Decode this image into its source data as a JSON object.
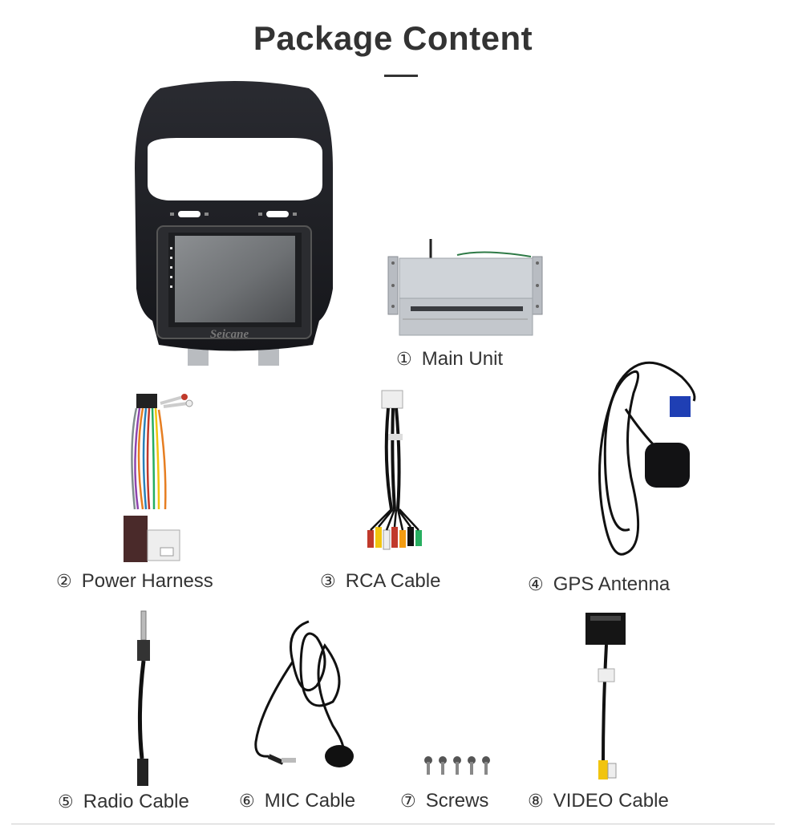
{
  "header": {
    "title": "Package Content"
  },
  "items": [
    {
      "num": "①",
      "label": "Main Unit"
    },
    {
      "num": "②",
      "label": "Power Harness"
    },
    {
      "num": "③",
      "label": "RCA Cable"
    },
    {
      "num": "④",
      "label": "GPS Antenna"
    },
    {
      "num": "⑤",
      "label": "Radio Cable"
    },
    {
      "num": "⑥",
      "label": "MIC Cable"
    },
    {
      "num": "⑦",
      "label": "Screws"
    },
    {
      "num": "⑧",
      "label": "VIDEO Cable"
    }
  ],
  "unit": {
    "brand": "Seicane"
  },
  "colors": {
    "text": "#333333",
    "frame": "#1e1f24",
    "chassis": "#c9ccd1"
  }
}
